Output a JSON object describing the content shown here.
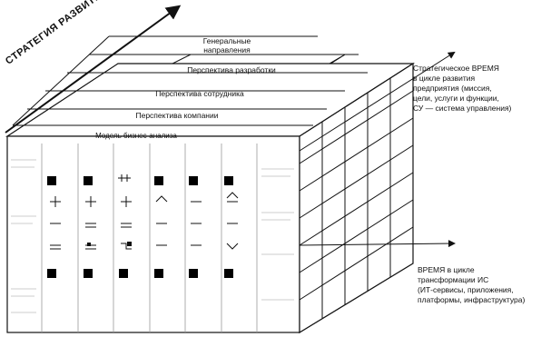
{
  "axis_strategy": "СТРАТЕГИЯ РАЗВИТИЯ",
  "layers": [
    {
      "label": "Генеральные\nнаправления"
    },
    {
      "label": "Перспектива разработки"
    },
    {
      "label": "Перспектива сотрудника"
    },
    {
      "label": "Перспектива компании"
    }
  ],
  "front_title": "Модель бизнес-анализа",
  "note_strategic": "Стратегическое ВРЕМЯ\nв цикле развития\nпредприятия (миссия,\nцели, услуги и функции,\nСУ — система управления)",
  "note_time": "ВРЕМЯ в цикле\nтрансформации ИС\n(ИТ-сервисы, приложения,\nплатформы, инфраструктура)",
  "colors": {
    "line": "#111111",
    "fill": "#ffffff",
    "accent": "#000000"
  }
}
